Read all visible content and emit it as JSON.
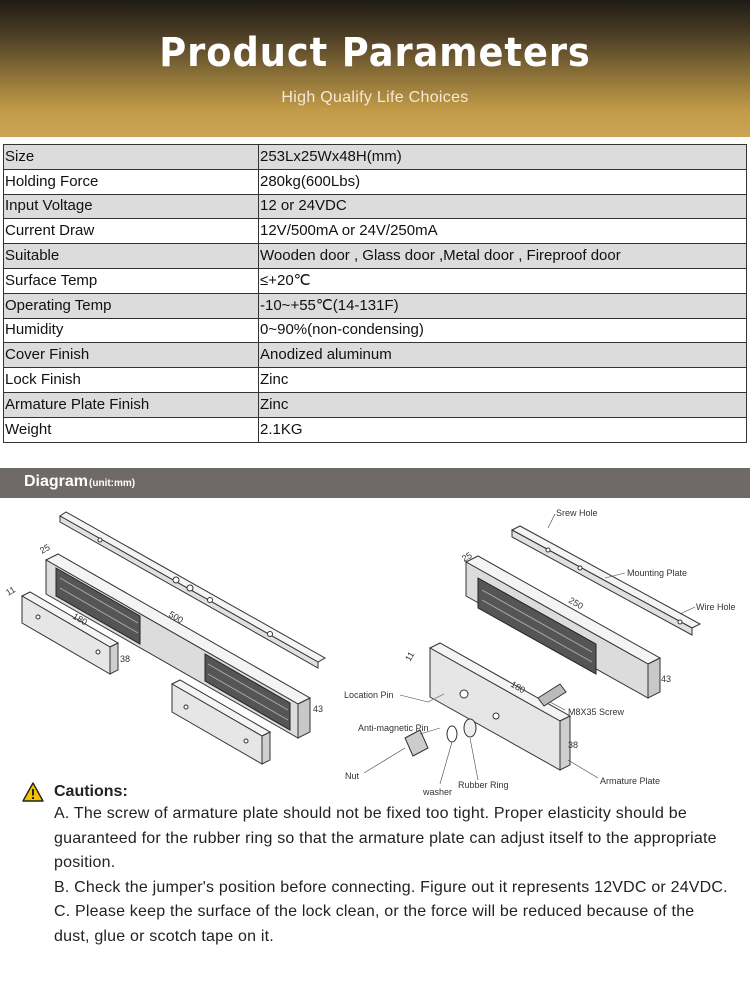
{
  "header": {
    "title": "Product Parameters",
    "subtitle": "High Qualify Life Choices"
  },
  "params": [
    {
      "label": "Size",
      "value": "253Lx25Wx48H(mm)"
    },
    {
      "label": "Holding Force",
      "value": "280kg(600Lbs)"
    },
    {
      "label": "Input Voltage",
      "value": "12 or 24VDC"
    },
    {
      "label": "Current Draw",
      "value": "12V/500mA or 24V/250mA"
    },
    {
      "label": "Suitable",
      "value": "Wooden door , Glass door ,Metal door , Fireproof door"
    },
    {
      "label": "Surface Temp",
      "value": "≤+20℃"
    },
    {
      "label": "Operating Temp",
      "value": " -10~+55℃(14-131F)"
    },
    {
      "label": "Humidity",
      "value": " 0~90%(non-condensing)"
    },
    {
      "label": "Cover Finish",
      "value": "Anodized aluminum"
    },
    {
      "label": "Lock Finish",
      "value": "Zinc"
    },
    {
      "label": "Armature Plate Finish",
      "value": "Zinc"
    },
    {
      "label": "Weight",
      "value": "2.1KG"
    }
  ],
  "diagram": {
    "title": "Diagram",
    "unit": "(unit:mm)",
    "left": {
      "dims": [
        "25",
        "500",
        "11",
        "180",
        "38",
        "43"
      ]
    },
    "right": {
      "labels": {
        "screw_hole": "Srew Hole",
        "mounting_plate": "Mounting Plate",
        "wire_hole": "Wire Hole",
        "location_pin": "Location Pin",
        "m8_screw": "M8X35 Screw",
        "anti_magnetic_pin": "Anti-magnetic Pin",
        "nut": "Nut",
        "washer": "washer",
        "rubber_ring": "Rubber Ring",
        "armature_plate": "Armature Plate"
      },
      "dims": [
        "25",
        "250",
        "43",
        "11",
        "180",
        "38"
      ]
    }
  },
  "cautions": {
    "title": "Cautions:",
    "items": [
      "A. The screw of armature plate should not be fixed too tight. Proper elasticity should be guaranteed for the rubber ring so that the armature plate can adjust itself to the appropriate position.",
      "B. Check the jumper's position before connecting. Figure out it represents 12VDC or 24VDC.",
      "C. Please keep the surface of the lock clean, or the force will be reduced because of the dust, glue or scotch tape on it."
    ]
  },
  "colors": {
    "header_gold": "#c19a47",
    "diagram_bar": "#6f6a67",
    "row_shade": "#dcdcdc",
    "warning_yellow": "#f3c300"
  }
}
